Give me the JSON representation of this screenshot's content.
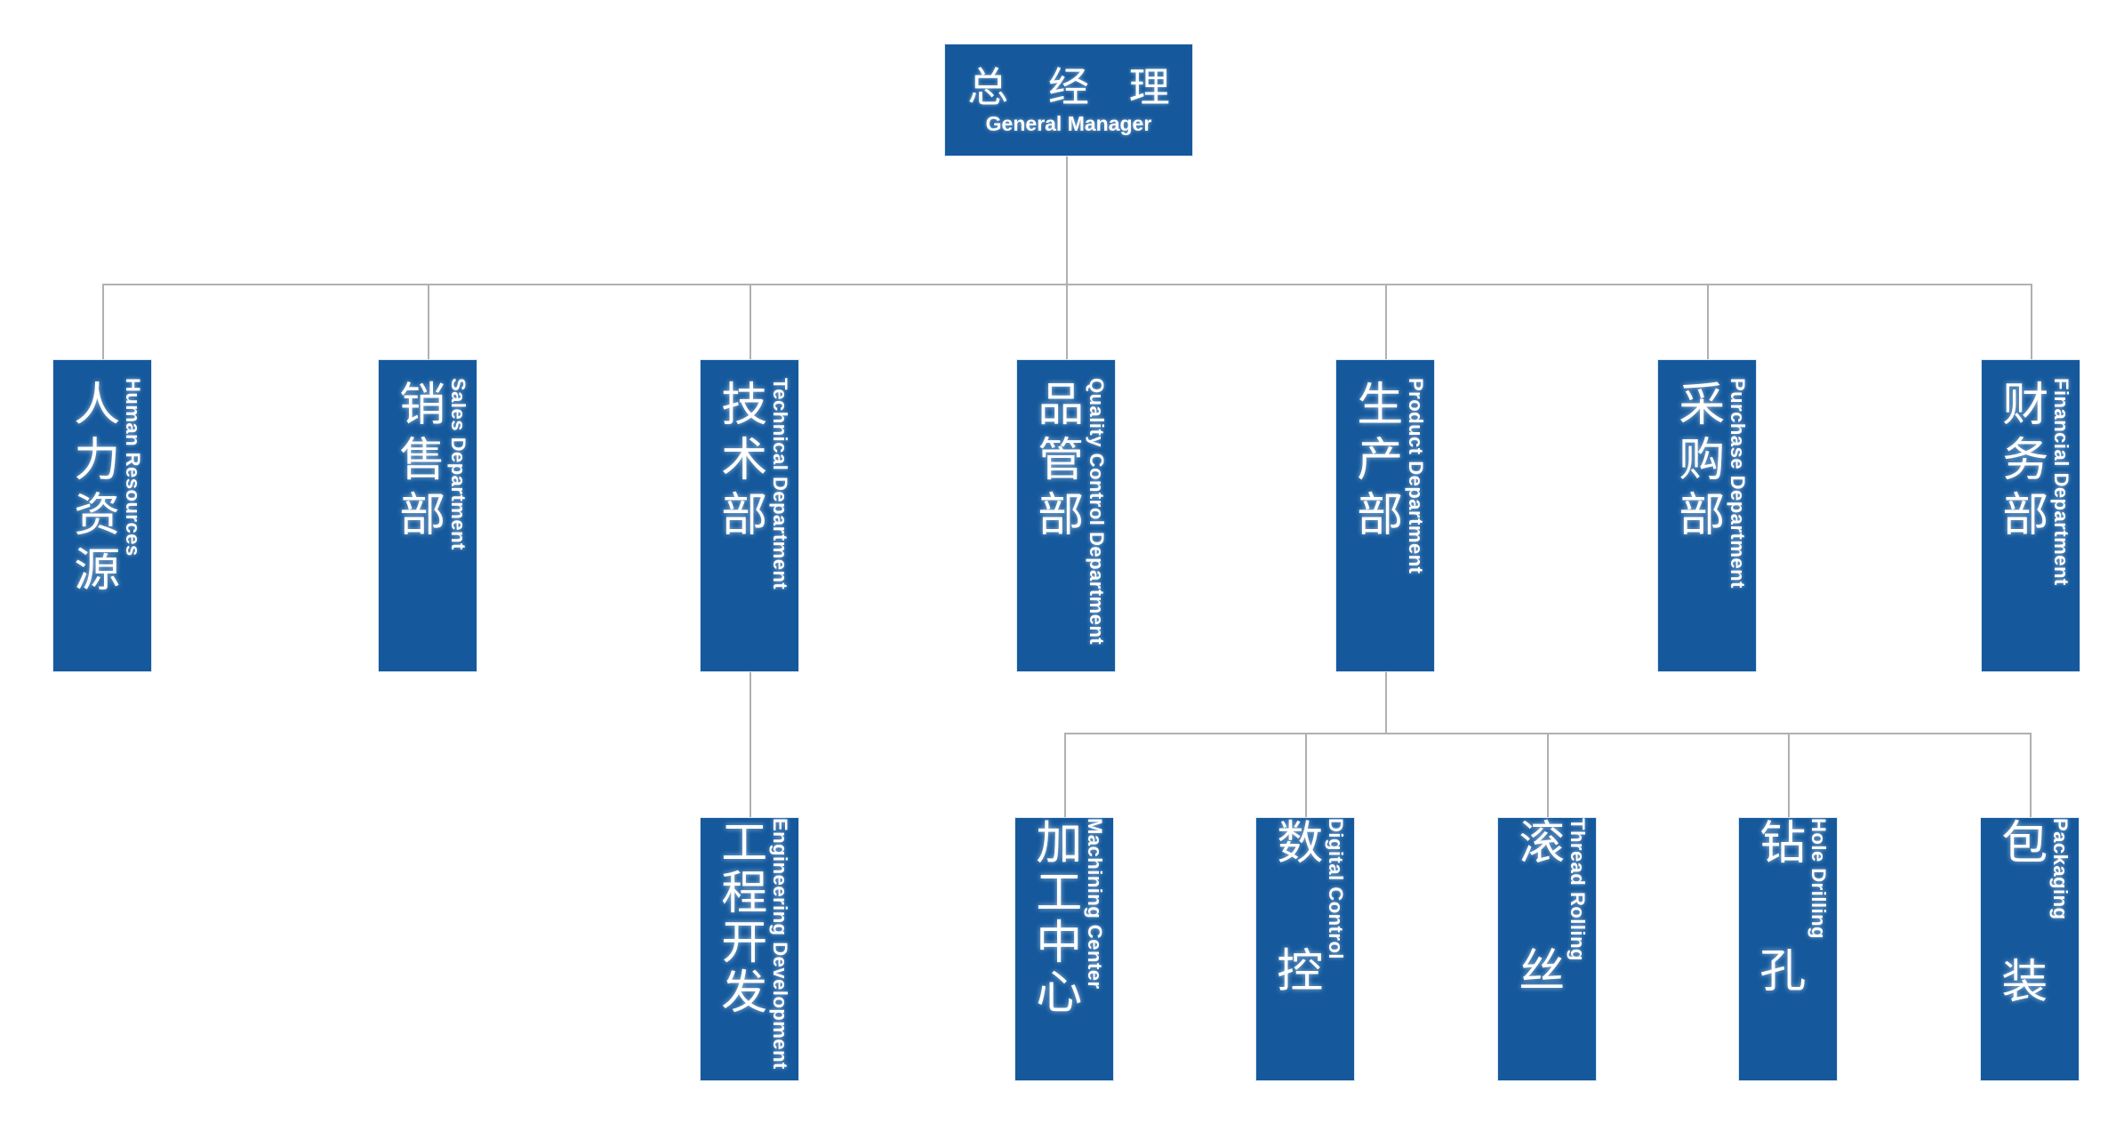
{
  "chart_data": {
    "type": "diagram",
    "diagram_type": "organizational-chart",
    "title": "",
    "orientation": "top-down",
    "levels": 3,
    "node_color": "#15599C",
    "text_color": "#FFFFFF",
    "connector_color": "#B0B0B0",
    "background": "#FFFFFF"
  },
  "colors": {
    "node_blue": "#15599C",
    "node_border": "#DBE8F4",
    "connector": "#B0B0B0",
    "text": "#FFFFFF",
    "background": "#FFFFFF"
  },
  "root": {
    "cn": "总 经 理",
    "en": "General Manager"
  },
  "level2": [
    {
      "cn": "人力资源",
      "en": "Human Resources"
    },
    {
      "cn": "销售部",
      "en": "Sales Department"
    },
    {
      "cn": "技术部",
      "en": "Technical Department"
    },
    {
      "cn": "品管部",
      "en": "Quality Control Department"
    },
    {
      "cn": "生产部",
      "en": "Product Department"
    },
    {
      "cn": "采购部",
      "en": "Purchase Department"
    },
    {
      "cn": "财务部",
      "en": "Financial Department"
    }
  ],
  "level3": [
    {
      "cn": "工程开发",
      "en": "Engineering Development",
      "parent": "技术部"
    },
    {
      "cn": "加工中心",
      "en": "Machining Center",
      "parent": "生产部"
    },
    {
      "cn": "数控",
      "en": "Digital Control",
      "parent": "生产部"
    },
    {
      "cn": "滚丝",
      "en": "Thread Rolling",
      "parent": "生产部"
    },
    {
      "cn": "钻孔",
      "en": "Hole Drilling",
      "parent": "生产部"
    },
    {
      "cn": "包装",
      "en": "Packaging",
      "parent": "生产部"
    }
  ]
}
